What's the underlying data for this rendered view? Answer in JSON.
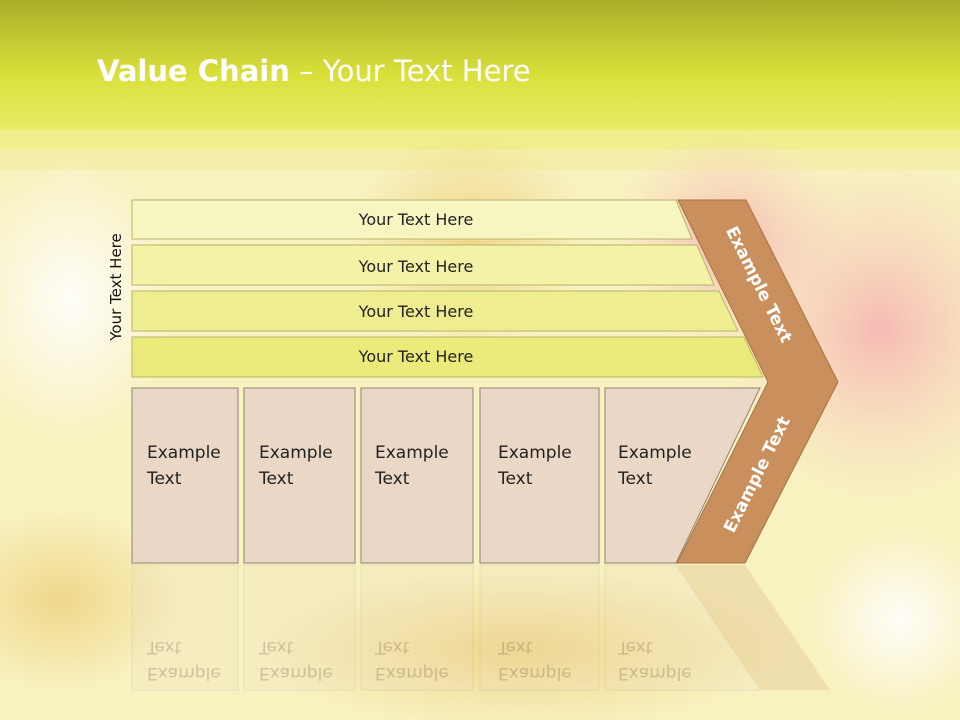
{
  "title": {
    "bold": "Value Chain",
    "rest": " – Your Text Here"
  },
  "side_label": "Your Text Here",
  "rows": [
    {
      "label": "Your Text Here"
    },
    {
      "label": "Your Text Here"
    },
    {
      "label": "Your Text Here"
    },
    {
      "label": "Your Text Here"
    }
  ],
  "boxes": [
    {
      "line1": "Example",
      "line2": "Text"
    },
    {
      "line1": "Example",
      "line2": "Text"
    },
    {
      "line1": "Example",
      "line2": "Text"
    },
    {
      "line1": "Example",
      "line2": "Text"
    },
    {
      "line1": "Example",
      "line2": "Text"
    }
  ],
  "chevron": {
    "upper": "Example Text",
    "lower": "Example Text"
  },
  "colors": {
    "row_fill": "#f3f2a6",
    "row_fill_last": "#eaeb7a",
    "box_fill": "#ead7c5",
    "chevron_fill": "#c98f5c",
    "title": "#ffffff"
  }
}
